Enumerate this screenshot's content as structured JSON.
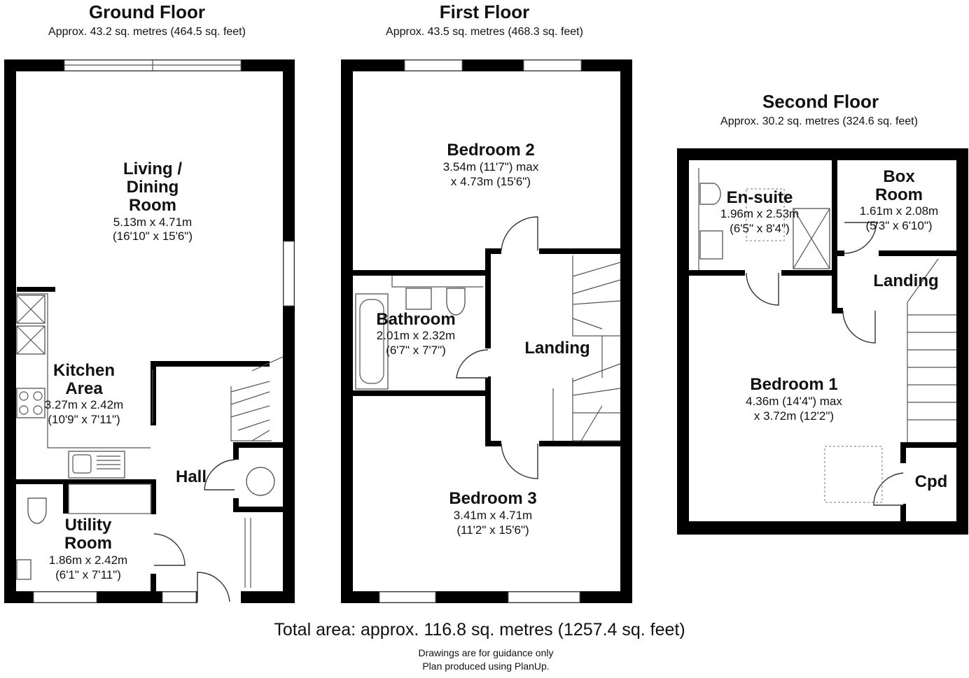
{
  "floors": [
    {
      "name": "Ground Floor",
      "area": "Approx. 43.2 sq. metres (464.5 sq. feet)",
      "rooms": [
        {
          "name_lines": [
            "Living /",
            "Dining",
            "Room"
          ],
          "dim_lines": [
            "5.13m x 4.71m",
            "(16'10\" x 15'6\")"
          ]
        },
        {
          "name_lines": [
            "Kitchen",
            "Area"
          ],
          "dim_lines": [
            "3.27m x 2.42m",
            "(10'9\" x 7'11\")"
          ]
        },
        {
          "name_lines": [
            "Hall"
          ],
          "dim_lines": []
        },
        {
          "name_lines": [
            "Utility",
            "Room"
          ],
          "dim_lines": [
            "1.86m x 2.42m",
            "(6'1\" x 7'11\")"
          ]
        }
      ]
    },
    {
      "name": "First Floor",
      "area": "Approx. 43.5 sq. metres (468.3 sq. feet)",
      "rooms": [
        {
          "name_lines": [
            "Bedroom 2"
          ],
          "dim_lines": [
            "3.54m (11'7\") max",
            "x 4.73m (15'6\")"
          ]
        },
        {
          "name_lines": [
            "Bathroom"
          ],
          "dim_lines": [
            "2.01m x 2.32m",
            "(6'7\" x 7'7\")"
          ]
        },
        {
          "name_lines": [
            "Landing"
          ],
          "dim_lines": []
        },
        {
          "name_lines": [
            "Bedroom 3"
          ],
          "dim_lines": [
            "3.41m x 4.71m",
            "(11'2\" x 15'6\")"
          ]
        }
      ]
    },
    {
      "name": "Second Floor",
      "area": "Approx. 30.2 sq. metres (324.6 sq. feet)",
      "rooms": [
        {
          "name_lines": [
            "En-suite"
          ],
          "dim_lines": [
            "1.96m x 2.53m",
            "(6'5\" x 8'4\")"
          ]
        },
        {
          "name_lines": [
            "Box",
            "Room"
          ],
          "dim_lines": [
            "1.61m x 2.08m",
            "(5'3\" x 6'10\")"
          ]
        },
        {
          "name_lines": [
            "Landing"
          ],
          "dim_lines": []
        },
        {
          "name_lines": [
            "Bedroom 1"
          ],
          "dim_lines": [
            "4.36m (14'4\") max",
            "x 3.72m (12'2\")"
          ]
        },
        {
          "name_lines": [
            "Cpd"
          ],
          "dim_lines": []
        }
      ]
    }
  ],
  "footer": {
    "total": "Total area: approx. 116.8 sq. metres (1257.4 sq. feet)",
    "note1": "Drawings are for guidance only",
    "note2": "Plan produced using PlanUp."
  }
}
